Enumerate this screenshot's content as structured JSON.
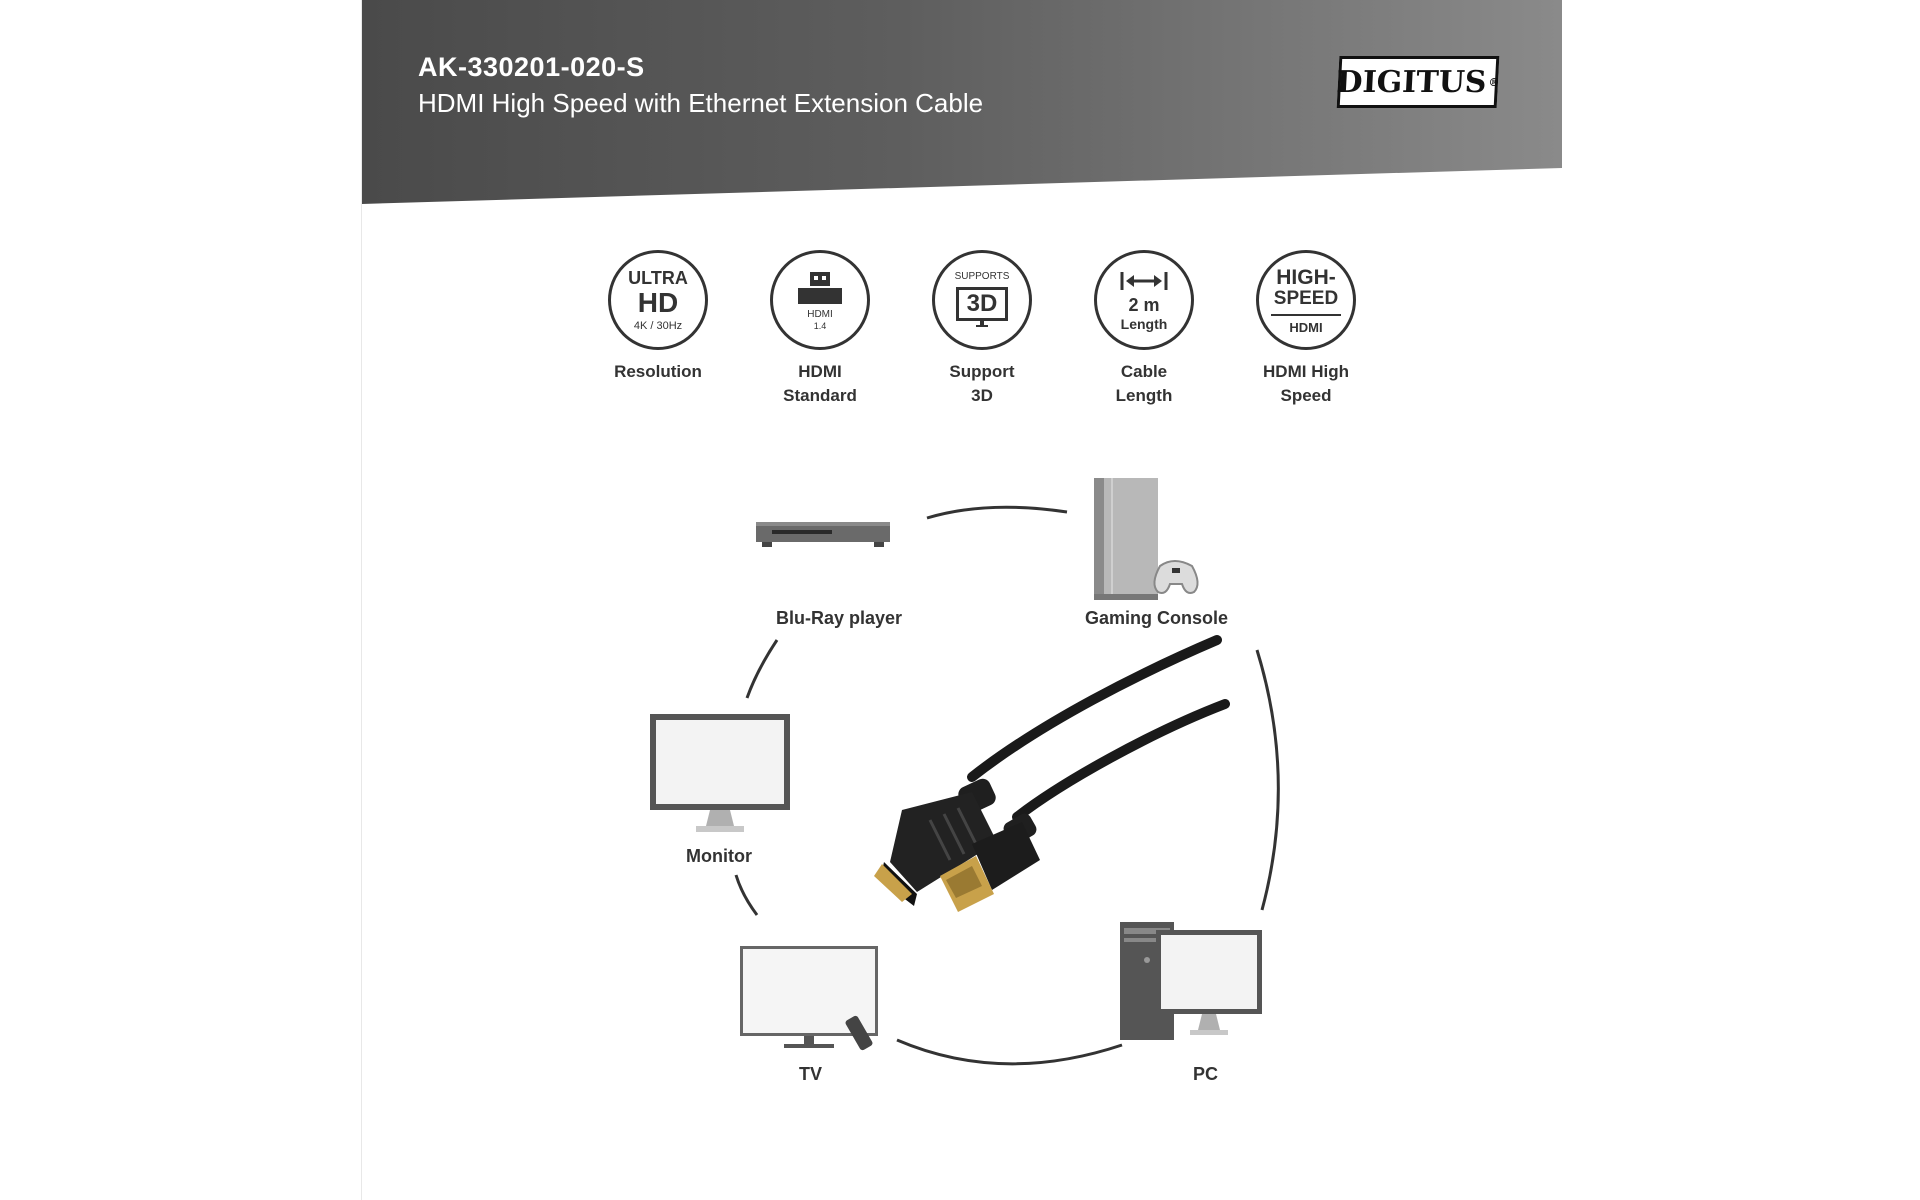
{
  "header": {
    "model": "AK-330201-020-S",
    "product": "HDMI High Speed with Ethernet Extension Cable",
    "brand": "DIGITUS",
    "brand_mark": "®"
  },
  "features": [
    {
      "badge_line1": "ULTRA",
      "badge_line2": "HD",
      "badge_line3": "4K / 30Hz",
      "label_line1": "Resolution",
      "label_line2": ""
    },
    {
      "badge_line1": "",
      "badge_line2": "HDMI",
      "badge_line3": "1.4",
      "label_line1": "HDMI",
      "label_line2": "Standard"
    },
    {
      "badge_line1": "SUPPORTS",
      "badge_line2": "3D",
      "badge_line3": "",
      "label_line1": "Support",
      "label_line2": "3D"
    },
    {
      "badge_line1": "2 m",
      "badge_line2": "Length",
      "badge_line3": "",
      "label_line1": "Cable",
      "label_line2": "Length"
    },
    {
      "badge_line1": "HIGH-",
      "badge_line2": "SPEED",
      "badge_line3": "HDMI",
      "label_line1": "HDMI High",
      "label_line2": "Speed"
    }
  ],
  "devices": {
    "bluray": "Blu-Ray player",
    "console": "Gaming Console",
    "monitor": "Monitor",
    "tv": "TV",
    "pc": "PC"
  },
  "colors": {
    "header_dark": "#4a4a4a",
    "header_light": "#8a8a8a",
    "text": "#333333",
    "cable": "#1a1a1a",
    "gold": "#c8a14a"
  }
}
